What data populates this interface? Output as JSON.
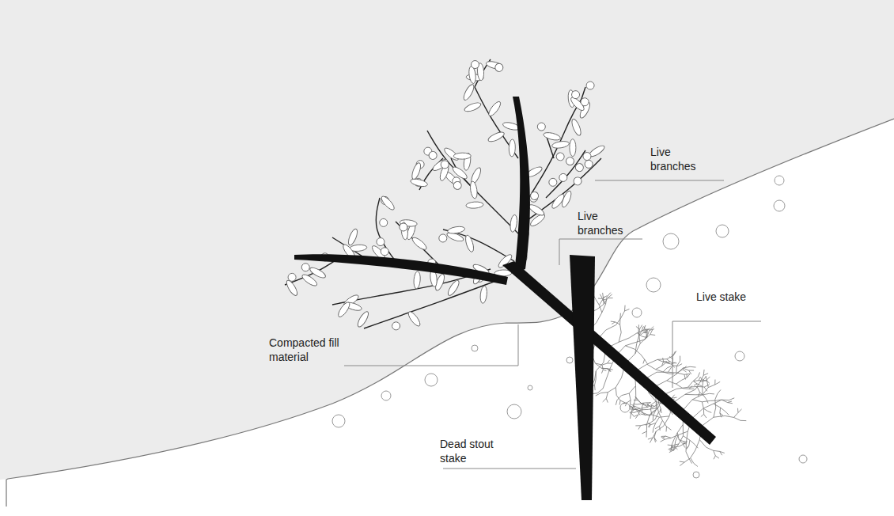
{
  "diagram": {
    "labels": [
      "Live branches",
      "Live branches",
      "Live stake",
      "Compacted fill material",
      "Dead stout stake"
    ]
  }
}
